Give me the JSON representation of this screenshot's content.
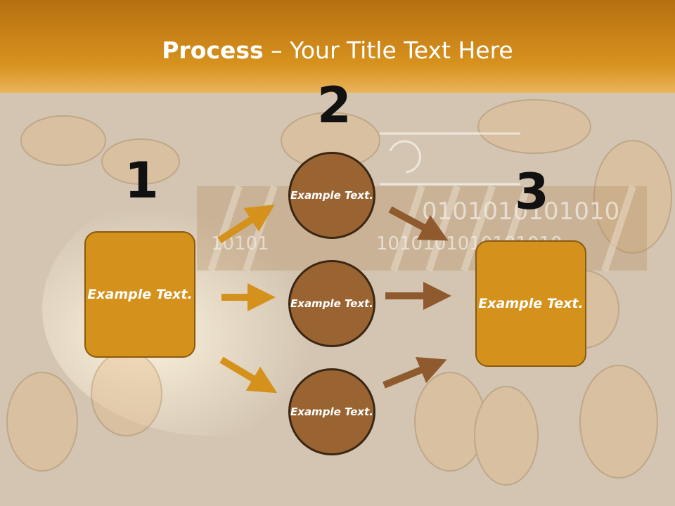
{
  "title": {
    "bold": "Process",
    "rest": " – Your Title Text Here"
  },
  "steps": {
    "one": "1",
    "two": "2",
    "three": "3"
  },
  "boxes": {
    "left": "Example Text.",
    "right": "Example Text."
  },
  "circles": [
    "Example Text.",
    "Example Text.",
    "Example Text."
  ],
  "background_text": {
    "binary_long": "0101010101010",
    "binary_mid": "1010101010101010",
    "binary_short": "10101"
  },
  "colors": {
    "header": "#d28a1c",
    "box": "#d4921c",
    "circle": "#9a6432",
    "arrow_gold": "#d4921c",
    "arrow_brown": "#8f5a2e"
  }
}
